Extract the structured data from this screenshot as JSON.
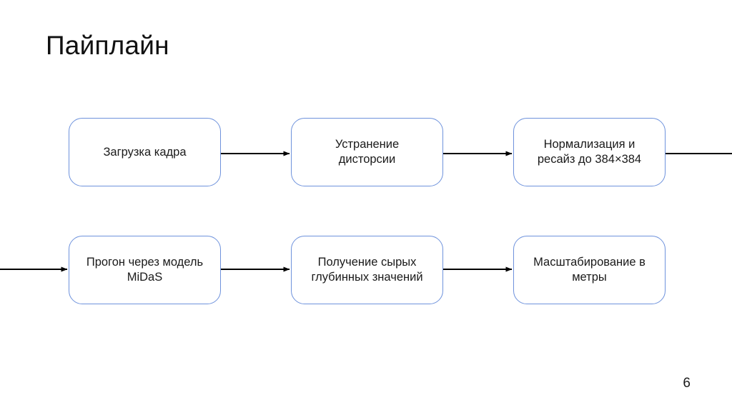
{
  "slide": {
    "title": "Пайплайн",
    "page_number": "6",
    "background_color": "#ffffff",
    "box_border_color": "#6E92DC",
    "box_fill_color": "#ffffff",
    "connector_color": "#000000",
    "text_color": "#1a1a1a"
  },
  "diagram": {
    "type": "flowchart",
    "orientation": "left-to-right, wrapping onto two rows",
    "nodes": [
      {
        "id": "load",
        "label": "Загрузка кадра",
        "row": 1,
        "column": 1
      },
      {
        "id": "undistort",
        "label": "Устранение\nдисторсии",
        "row": 1,
        "column": 2
      },
      {
        "id": "normalize",
        "label": "Нормализация и\nресайз до 384×384",
        "row": 1,
        "column": 3
      },
      {
        "id": "midas",
        "label": "Прогон через модель\nMiDaS",
        "row": 2,
        "column": 1
      },
      {
        "id": "rawdepth",
        "label": "Получение сырых\nглубинных значений",
        "row": 2,
        "column": 2
      },
      {
        "id": "scale",
        "label": "Масштабирование в\nметры",
        "row": 2,
        "column": 3
      }
    ],
    "connectors": [
      {
        "from": "load",
        "to": "undistort",
        "arrowhead": true
      },
      {
        "from": "undistort",
        "to": "normalize",
        "arrowhead": true
      },
      {
        "from": "normalize",
        "to": "row-wrap-right-edge",
        "arrowhead": false
      },
      {
        "from": "row-wrap-left-edge",
        "to": "midas",
        "arrowhead": true
      },
      {
        "from": "midas",
        "to": "rawdepth",
        "arrowhead": true
      },
      {
        "from": "rawdepth",
        "to": "scale",
        "arrowhead": true
      }
    ]
  }
}
